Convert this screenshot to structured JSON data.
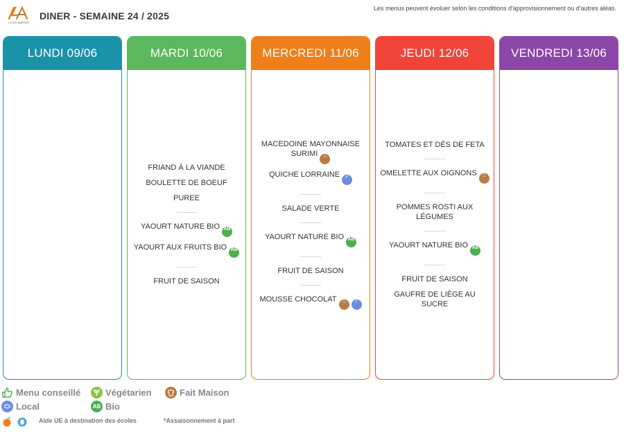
{
  "header": {
    "logo_caption": "LYCÉE AMPÈRE",
    "title": "DINER - SEMAINE 24 / 2025",
    "disclaimer": "Les menus peuvent évoluer selon les conditions d'approvisionnement ou d'autres aléas."
  },
  "colors": {
    "lundi": "#1a93a8",
    "mardi": "#5cb85c",
    "mercredi": "#ef7f1a",
    "jeudi": "#f0443a",
    "vendredi": "#8a47a8",
    "bio": "#4caf50",
    "fait_maison": "#b87b45",
    "local": "#6d8ee0",
    "vegetarien": "#8bc34a"
  },
  "days": [
    {
      "label": "LUNDI 09/06",
      "groups": []
    },
    {
      "label": "MARDI 10/06",
      "groups": [
        [
          {
            "name": "FRIAND À LA VIANDE",
            "badges": []
          },
          {
            "name": "BOULETTE DE BOEUF",
            "badges": []
          },
          {
            "name": "PUREE",
            "badges": []
          }
        ],
        [
          {
            "name": "YAOURT NATURE BIO",
            "badges": [
              "bio"
            ]
          },
          {
            "name": "YAOURT AUX FRUITS BIO",
            "badges": [
              "bio"
            ]
          }
        ],
        [
          {
            "name": "FRUIT DE SAISON",
            "badges": []
          }
        ]
      ]
    },
    {
      "label": "MERCREDI 11/06",
      "groups": [
        [
          {
            "name": "MACEDOINE MAYONNAISE SURIMI",
            "badges": [
              "fait_maison"
            ]
          },
          {
            "name": "QUICHE LORRAINE",
            "badges": [
              "local"
            ]
          }
        ],
        [
          {
            "name": "SALADE VERTE",
            "badges": []
          }
        ],
        [
          {
            "name": "YAOURT NATURE BIO",
            "badges": [
              "bio"
            ]
          }
        ],
        [
          {
            "name": "FRUIT DE SAISON",
            "badges": []
          }
        ],
        [
          {
            "name": "MOUSSE CHOCOLAT",
            "badges": [
              "fait_maison",
              "local"
            ]
          }
        ]
      ]
    },
    {
      "label": "JEUDI 12/06",
      "groups": [
        [
          {
            "name": "TOMATES ET DÉS DE FETA",
            "badges": []
          }
        ],
        [
          {
            "name": "OMELETTE AUX OIGNONS",
            "badges": [
              "fait_maison"
            ]
          }
        ],
        [
          {
            "name": "POMMES ROSTI AUX LÉGUMES",
            "badges": []
          }
        ],
        [
          {
            "name": "YAOURT NATURE BIO",
            "badges": [
              "bio"
            ]
          }
        ],
        [
          {
            "name": "FRUIT DE SAISON",
            "badges": []
          },
          {
            "name": "GAUFRE DE LIÈGE AU SUCRE",
            "badges": []
          }
        ]
      ]
    },
    {
      "label": "VENDREDI 13/06",
      "groups": []
    }
  ],
  "legend": {
    "menu_conseille": "Menu conseillé",
    "vegetarien": "Végétarien",
    "fait_maison": "Fait Maison",
    "local": "Local",
    "bio": "Bio",
    "aide_ue": "Aide UE à destination des écoles",
    "assaisonnement": "*Assaisonnement à part"
  }
}
